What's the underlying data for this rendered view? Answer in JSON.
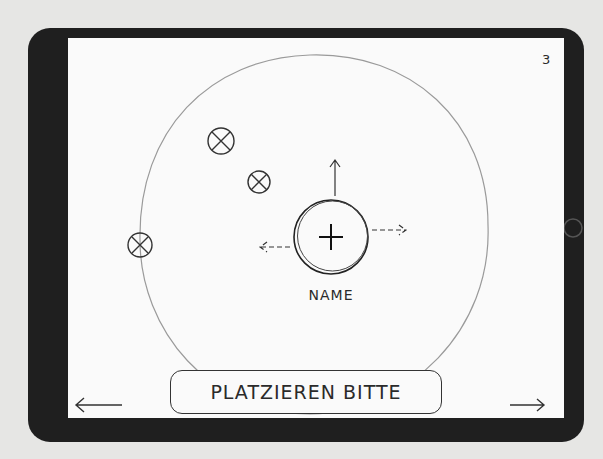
{
  "diagram": {
    "nodes": [
      {
        "text": [
          "NAME"
        ]
      },
      {
        "text": [
          "PLATZIEREN BITTE"
        ]
      }
    ],
    "labels": [
      "3"
    ]
  }
}
